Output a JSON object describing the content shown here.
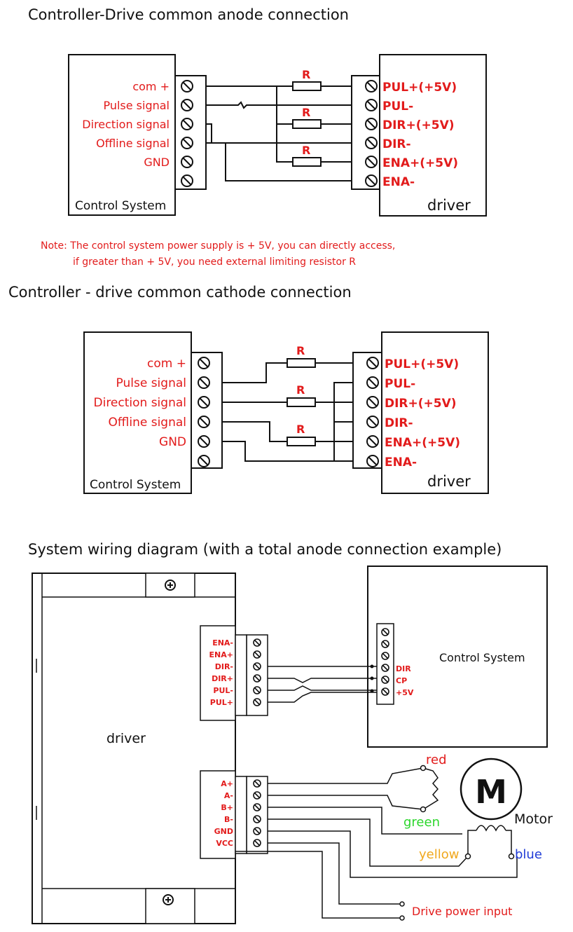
{
  "titles": {
    "anode": "Controller-Drive common anode connection",
    "cathode": "Controller - drive common cathode connection",
    "system": "System wiring diagram (with a total anode connection example)"
  },
  "control_labels": [
    "com +",
    "Pulse signal",
    "Direction signal",
    "Offline signal",
    "GND"
  ],
  "driver_labels": [
    "PUL+(+5V)",
    "PUL-",
    "DIR+(+5V)",
    "DIR-",
    "ENA+(+5V)",
    "ENA-"
  ],
  "control_system": "Control System",
  "driver": "driver",
  "resistor": "R",
  "note": {
    "line1": "Note: The control system power supply is + 5V, you can directly access,",
    "line2": "if greater than + 5V, you need external limiting resistor R"
  },
  "system": {
    "signal_terminals": [
      "ENA-",
      "ENA+",
      "DIR-",
      "DIR+",
      "PUL-",
      "PUL+"
    ],
    "motor_terminals": [
      "A+",
      "A-",
      "B+",
      "B-",
      "GND",
      "VCC"
    ],
    "control_terminals": [
      "DIR",
      "CP",
      "+5V"
    ],
    "control_system": "Control System",
    "driver": "driver",
    "motor_letter": "M",
    "motor": "Motor",
    "wires": {
      "red": "red",
      "green": "green",
      "yellow": "yellow",
      "blue": "blue"
    },
    "power_input": "Drive power input"
  },
  "colors": {
    "label_red": "#e21b1b",
    "wire_red": "#e21b1b",
    "wire_green": "#2bd62b",
    "wire_yellow": "#f0a81e",
    "wire_blue": "#1e3ad6"
  }
}
